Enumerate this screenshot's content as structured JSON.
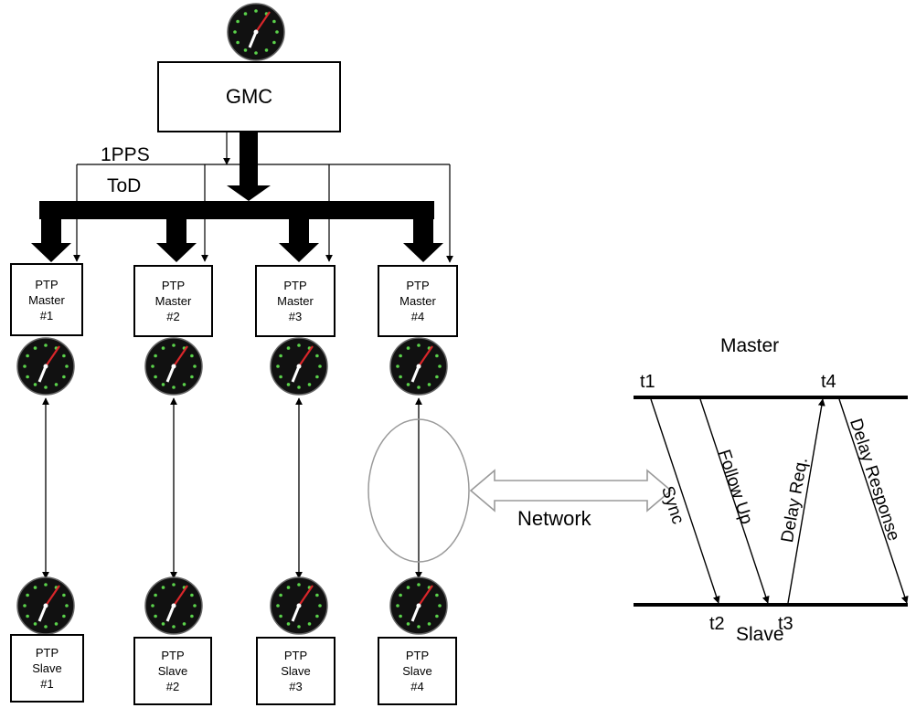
{
  "gmc": {
    "label": "GMC"
  },
  "signals": {
    "pps": "1PPS",
    "tod": "ToD"
  },
  "masters": [
    {
      "line1": "PTP",
      "line2": "Master",
      "line3": "#1"
    },
    {
      "line1": "PTP",
      "line2": "Master",
      "line3": "#2"
    },
    {
      "line1": "PTP",
      "line2": "Master",
      "line3": "#3"
    },
    {
      "line1": "PTP",
      "line2": "Master",
      "line3": "#4"
    }
  ],
  "slaves": [
    {
      "line1": "PTP",
      "line2": "Slave",
      "line3": "#1"
    },
    {
      "line1": "PTP",
      "line2": "Slave",
      "line3": "#2"
    },
    {
      "line1": "PTP",
      "line2": "Slave",
      "line3": "#3"
    },
    {
      "line1": "PTP",
      "line2": "Slave",
      "line3": "#4"
    }
  ],
  "network": {
    "label": "Network"
  },
  "timing": {
    "master_label": "Master",
    "slave_label": "Slave",
    "t1": "t1",
    "t2": "t2",
    "t3": "t3",
    "t4": "t4",
    "messages": {
      "sync": "Sync",
      "follow_up": "Follow Up",
      "delay_req": "Delay Req.",
      "delay_response": "Delay Response"
    }
  },
  "icons": {
    "clock": "clock-icon"
  },
  "colors": {
    "clock_face": "#111111",
    "clock_numerals": "#5ad14a",
    "clock_hand": "#d9262a",
    "ellipse": "#9a9a9a"
  }
}
